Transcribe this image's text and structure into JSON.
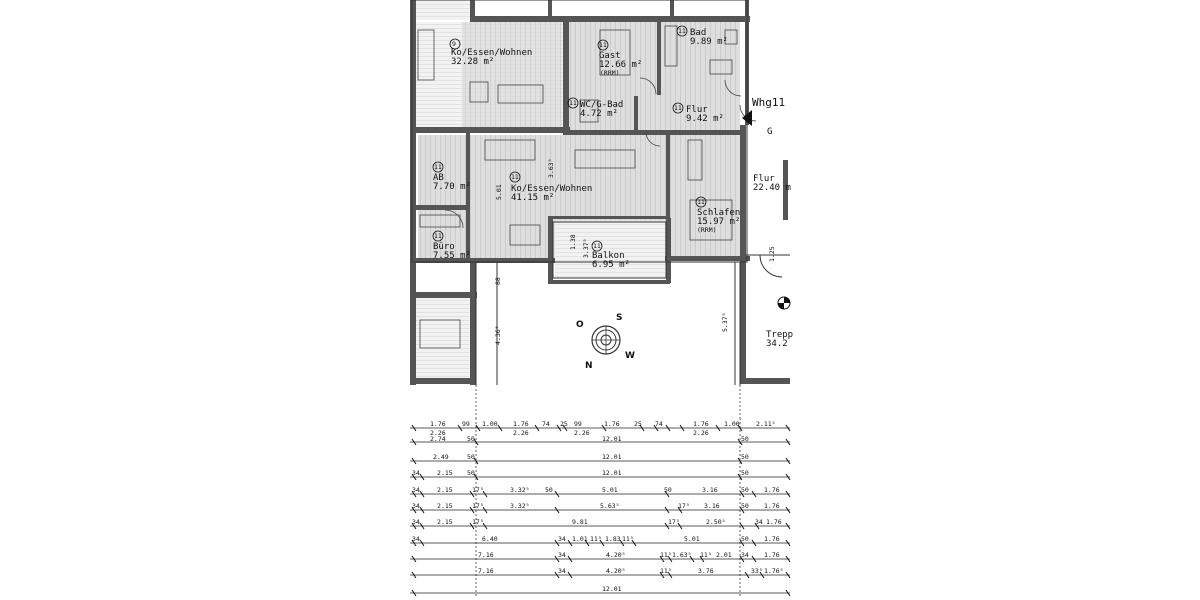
{
  "rooms": [
    {
      "id": "r-ko9",
      "num": "9",
      "name": "Ko/Essen/Wohnen",
      "area": "32.28 m²"
    },
    {
      "id": "r-gast",
      "num": "11",
      "name": "Gast",
      "area": "12.66 m²",
      "note": "(RRM)"
    },
    {
      "id": "r-bad",
      "num": "11",
      "name": "Bad",
      "area": "9.89 m²"
    },
    {
      "id": "r-wc",
      "num": "11",
      "name": "WC/G-Bad",
      "area": "4.72 m²"
    },
    {
      "id": "r-flur11",
      "num": "11",
      "name": "Flur",
      "area": "9.42 m²"
    },
    {
      "id": "r-ab",
      "num": "11",
      "name": "AB",
      "area": "7.70 m²"
    },
    {
      "id": "r-ko11",
      "num": "11",
      "name": "Ko/Essen/Wohnen",
      "area": "41.15 m²"
    },
    {
      "id": "r-schlafen",
      "num": "11",
      "name": "Schlafen",
      "area": "15.97 m²",
      "note": "(RRM)"
    },
    {
      "id": "r-buero",
      "num": "11",
      "name": "Büro",
      "area": "7.55 m²"
    },
    {
      "id": "r-balkon",
      "num": "11",
      "name": "Balkon",
      "area": "6.95 m²"
    },
    {
      "id": "r-flur-stair",
      "name": "Flur",
      "area": "22.40 m"
    },
    {
      "id": "r-trepp",
      "name": "Trepp",
      "area": "34.2"
    }
  ],
  "labels": {
    "unit": "Whg11",
    "entry": "G"
  },
  "compass": {
    "o": "O",
    "s": "S",
    "w": "W",
    "n": "N"
  },
  "dim_labels": {
    "d1": "1.76",
    "d2": "99",
    "d3": "1.00",
    "d4": "1.76",
    "d5": "74",
    "d6": "25",
    "d7": "99",
    "d8": "1.76",
    "d9": "25",
    "d10": "74",
    "d11": "1.76",
    "d12": "1.00",
    "d13": "2.11⁵",
    "d14": "2.26",
    "d15": "2.26",
    "d16": "2.26",
    "d17": "2.26",
    "d18": "2.74",
    "d19": "50",
    "d20": "12.01",
    "d21": "50",
    "d22": "2.49",
    "d23": "50",
    "d24": "12.01",
    "d25": "50",
    "d26": "34",
    "d27": "2.15",
    "d28": "50",
    "d29": "12.01",
    "d30": "50",
    "d31": "34",
    "d32": "2.15",
    "d33": "17⁵",
    "d34": "3.32⁵",
    "d35": "50",
    "d36": "5.01",
    "d37": "50",
    "d38": "3.16",
    "d39": "50",
    "d40": "1.76",
    "d41": "34",
    "d42": "2.15",
    "d43": "17⁵",
    "d44": "3.32⁵",
    "d45": "5.63⁵",
    "d46": "17⁵",
    "d47": "3.16",
    "d48": "50",
    "d49": "1.76",
    "d50": "34",
    "d51": "2.15",
    "d52": "17⁵",
    "d53": "9.81",
    "d54": "17⁵",
    "d55": "2.50⁵",
    "d56": "34",
    "d57": "1.76",
    "d58": "34",
    "d59": "6.40",
    "d60": "34",
    "d61": "1.01",
    "d62": "11⁵",
    "d63": "1.83",
    "d64": "11⁵",
    "d65": "5.01",
    "d66": "50",
    "d67": "1.76",
    "d68": "7.16",
    "d69": "34",
    "d70": "4.20⁵",
    "d71": "11⁵",
    "d72": "1.63⁵",
    "d73": "11⁵",
    "d74": "2.01",
    "d75": "34",
    "d76": "1.76",
    "d77": "7.16",
    "d78": "34",
    "d79": "4.20⁵",
    "d80": "11⁵",
    "d81": "3.76",
    "d82": "33⁵",
    "d83": "1.76⁵",
    "d84": "12.01",
    "v1": "4.36⁵",
    "v2": "5.37⁵",
    "v3": "88",
    "v4": "3.63⁵",
    "v5": "5.01",
    "v6": "1.38",
    "v7": "3.37⁵",
    "v8": "1.25"
  }
}
